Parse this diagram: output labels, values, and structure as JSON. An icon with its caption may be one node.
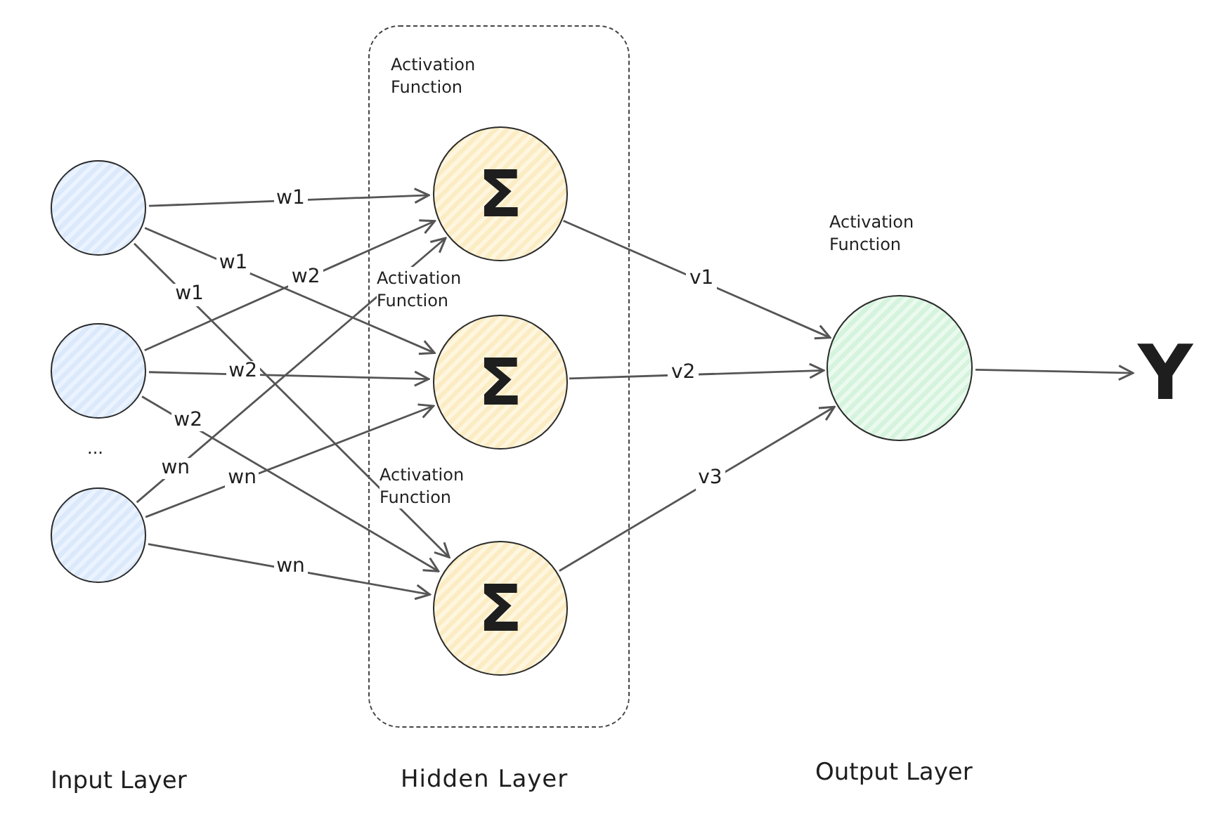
{
  "diagram": {
    "nodes": [
      {
        "text": [],
        "shape": "circle"
      },
      {
        "text": [],
        "shape": "circle"
      },
      {
        "text": [],
        "shape": "circle"
      },
      {
        "text": [
          "Hidden Layer"
        ]
      },
      {
        "text": [
          "Σ"
        ],
        "in": 3
      },
      {
        "text": [
          "Σ"
        ],
        "in": 3
      },
      {
        "text": [
          "Σ"
        ],
        "in": 3
      },
      {
        "text": [],
        "shape": "circle"
      },
      {
        "text": [
          "Y"
        ]
      }
    ],
    "edges": [
      {
        "from": 0,
        "to": 4,
        "label": "w1",
        "arrow": "to"
      },
      {
        "from": 0,
        "to": 5,
        "label": "w1",
        "arrow": "to"
      },
      {
        "from": 0,
        "to": 6,
        "label": "w1",
        "arrow": "to"
      },
      {
        "from": 1,
        "to": 4,
        "label": "w2",
        "arrow": "to"
      },
      {
        "from": 1,
        "to": 5,
        "label": "w2",
        "arrow": "to"
      },
      {
        "from": 1,
        "to": 6,
        "label": "w2",
        "arrow": "to"
      },
      {
        "from": 2,
        "to": 4,
        "label": "wn",
        "arrow": "to"
      },
      {
        "from": 2,
        "to": 5,
        "label": "wn",
        "arrow": "to"
      },
      {
        "from": 2,
        "to": 6,
        "label": "wn",
        "arrow": "to"
      },
      {
        "from": 4,
        "to": 7,
        "label": "v1",
        "arrow": "to"
      },
      {
        "from": 5,
        "to": 7,
        "label": "v2",
        "arrow": "to"
      },
      {
        "from": 6,
        "to": 7,
        "label": "v3",
        "arrow": "to"
      },
      {
        "from": 7,
        "to": 8,
        "arrow": "to"
      }
    ],
    "labels": [
      "Activation Function",
      "Activation Function",
      "Activation Function",
      "Activation Function",
      "...",
      "Input Layer",
      "Output Layer"
    ]
  }
}
